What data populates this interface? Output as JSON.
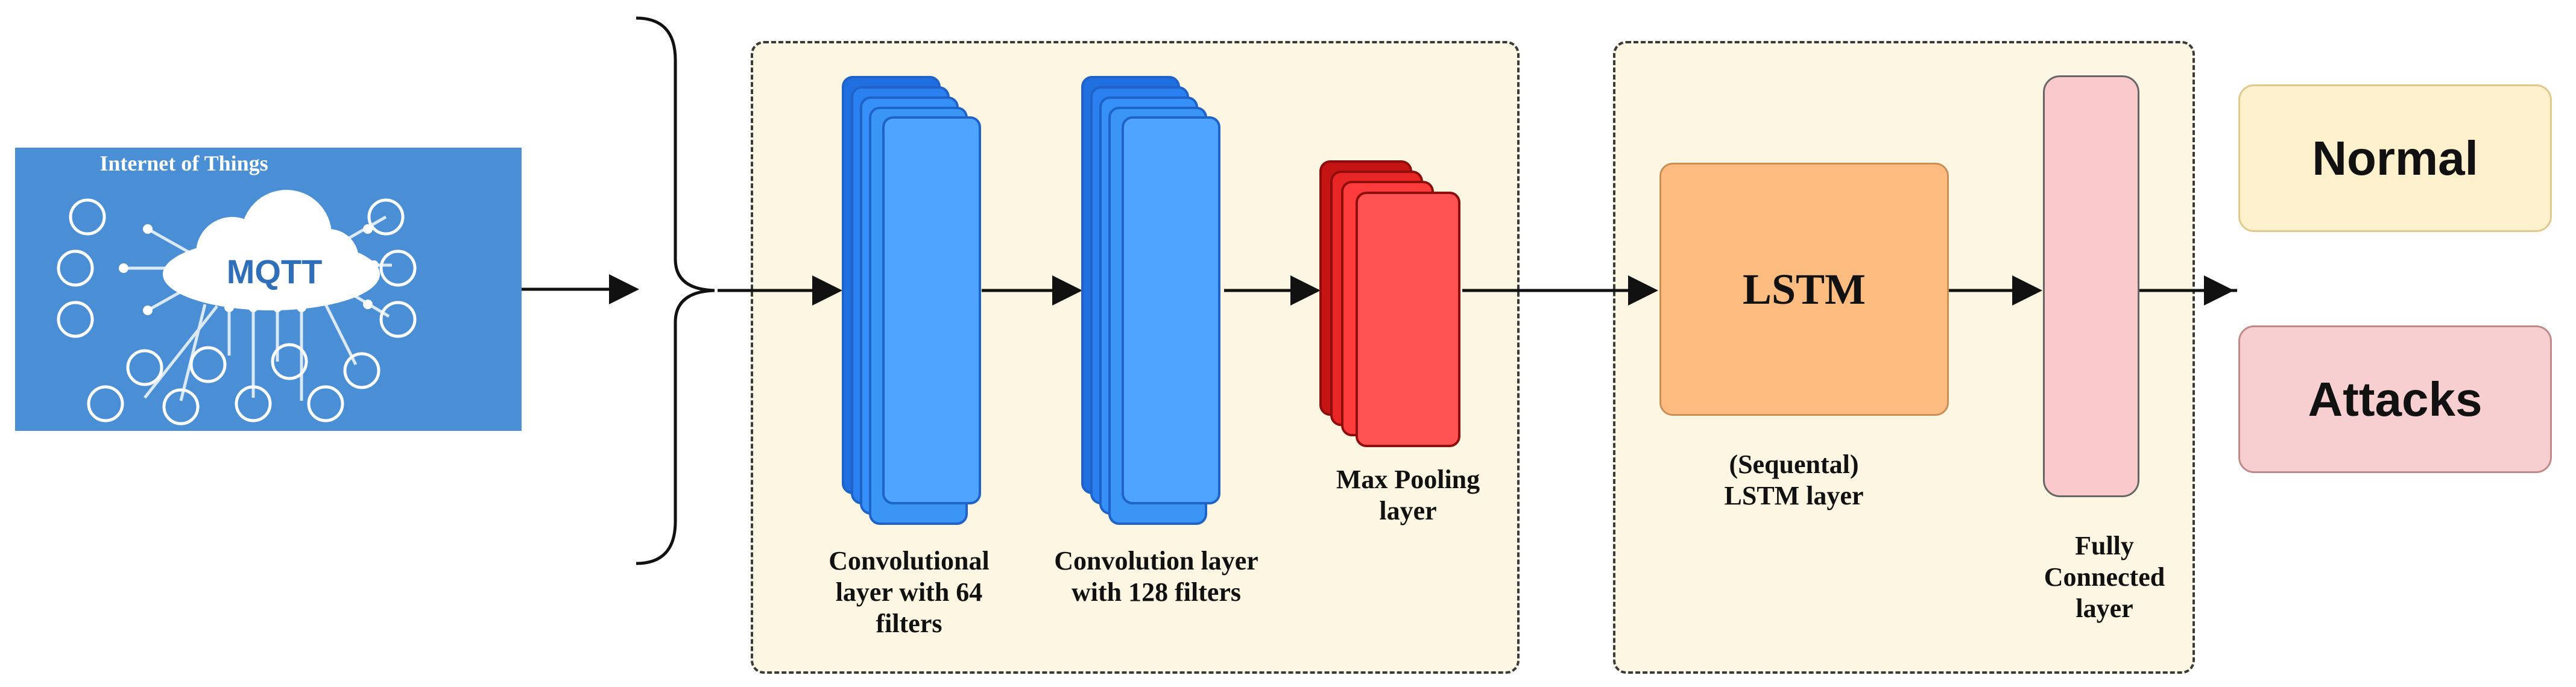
{
  "iot": {
    "title": "Internet of Things",
    "center_label": "MQTT",
    "icons": [
      "share-icon",
      "location-icon",
      "router-icon",
      "mail-icon",
      "monitor-icon",
      "chat-icon",
      "no-entry-icon",
      "tablet-icon",
      "bulb-icon",
      "camera-icon",
      "headset-icon",
      "key-icon",
      "user-icon",
      "gear-icon"
    ]
  },
  "layers": {
    "conv1": "Convolutional layer with 64 filters",
    "conv2": "Convolution layer with 128 filters",
    "pool": "Max Pooling layer",
    "lstm_box": "LSTM",
    "lstm_caption": "(Sequental) LSTM layer",
    "fc": "Fully Connected layer"
  },
  "outputs": {
    "normal": "Normal",
    "attacks": "Attacks"
  },
  "colors": {
    "iot_bg": "#4a8fd6",
    "conv_blue": "#4ea4ff",
    "conv_edge": "#1f63c9",
    "pool_red": "#ff5353",
    "pool_dark": "#c41414",
    "lstm_orange": "#fcbc80",
    "fc_pink": "#f9c9cc",
    "panel_bg": "#fcf6e2",
    "normal_bg": "#fdf1cd",
    "attacks_bg": "#f8cfd0"
  }
}
